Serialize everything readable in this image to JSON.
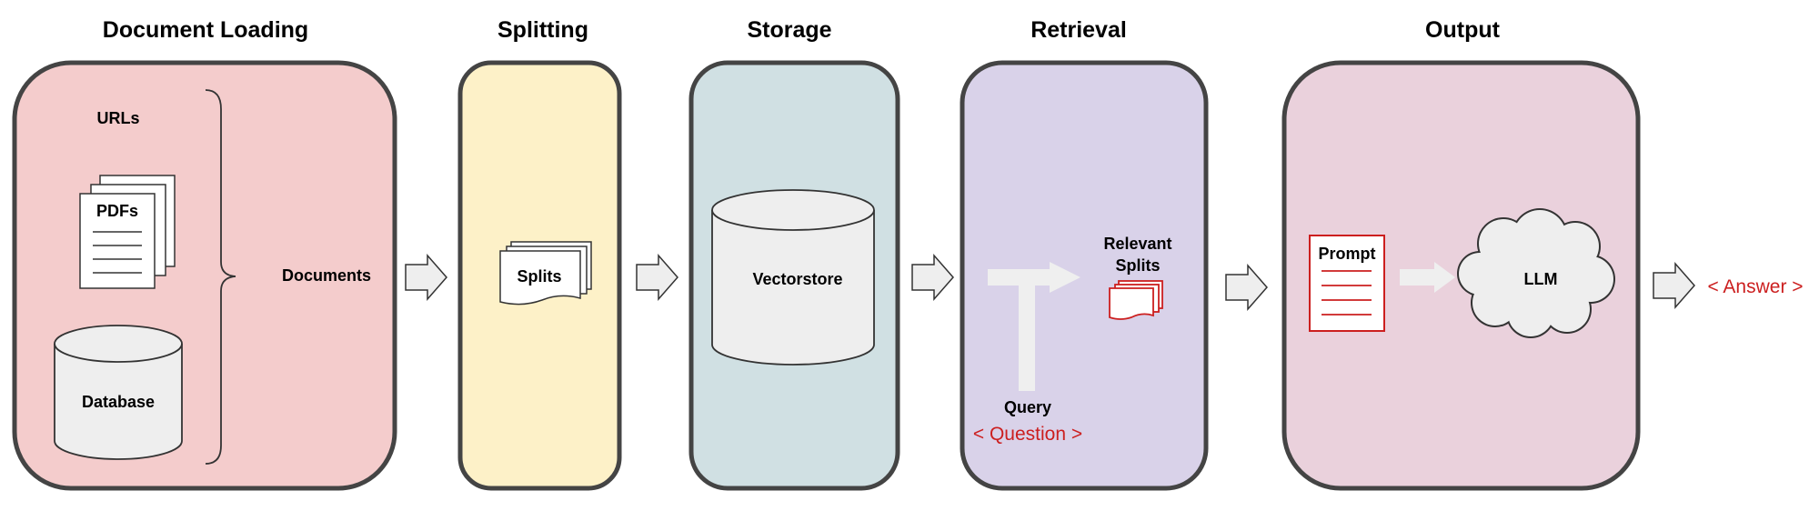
{
  "stages": {
    "loading": {
      "title": "Document Loading",
      "color": "#f4cccc"
    },
    "splitting": {
      "title": "Splitting",
      "color": "#fdf1c8"
    },
    "storage": {
      "title": "Storage",
      "color": "#d0e0e3"
    },
    "retrieval": {
      "title": "Retrieval",
      "color": "#d9d2e9"
    },
    "output": {
      "title": "Output",
      "color": "#ead1dc"
    }
  },
  "loading": {
    "urls_label": "URLs",
    "pdfs_label": "PDFs",
    "database_label": "Database",
    "documents_label": "Documents"
  },
  "splitting": {
    "splits_label": "Splits"
  },
  "storage": {
    "vectorstore_label": "Vectorstore"
  },
  "retrieval": {
    "relevant_label_line1": "Relevant",
    "relevant_label_line2": "Splits",
    "query_label": "Query",
    "question_label": "< Question >"
  },
  "output": {
    "prompt_label": "Prompt",
    "llm_label": "LLM",
    "answer_label": "< Answer >"
  },
  "colors": {
    "border": "#444444",
    "accent_red": "#cc1f1f",
    "light_gray": "#efefef",
    "shape_fill": "#eeeeee"
  }
}
